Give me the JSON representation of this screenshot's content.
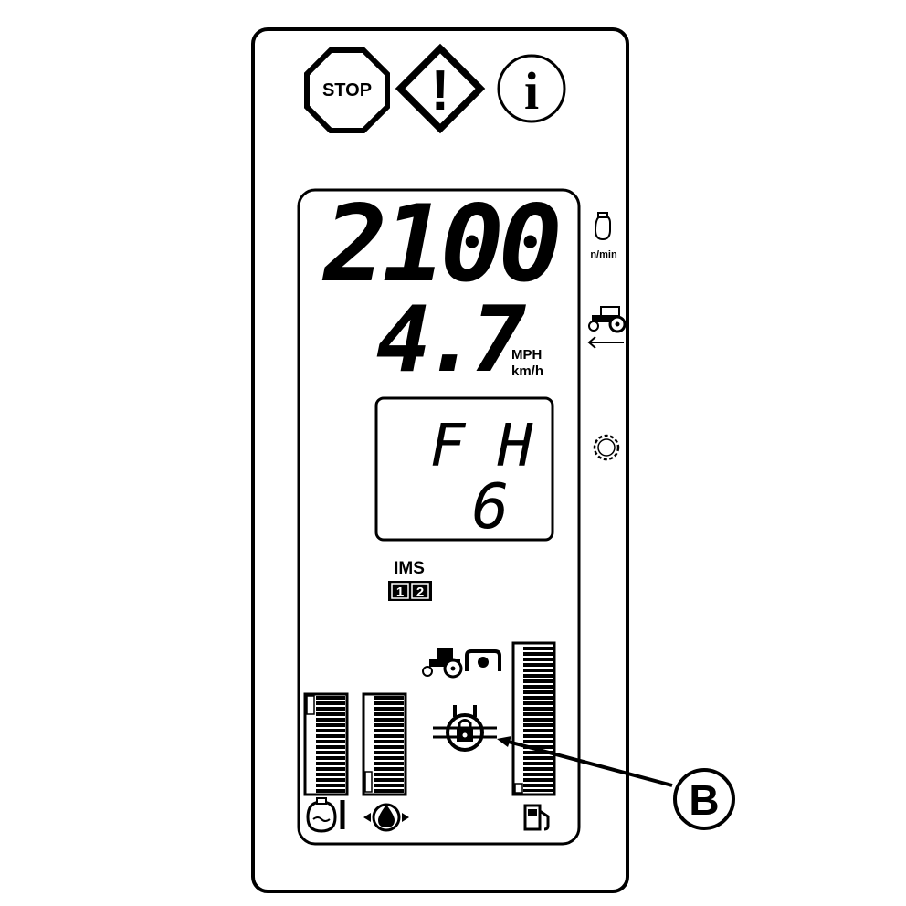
{
  "warning_icons": {
    "stop_label": "STOP",
    "caution_symbol": "!",
    "info_symbol": "i"
  },
  "display": {
    "engine_speed": "2100",
    "ground_speed": "4.7",
    "speed_unit_top": "MPH",
    "speed_unit_bottom": "km/h",
    "transmission_direction": "F",
    "transmission_range": "H",
    "gear": "6",
    "ims_label": "IMS",
    "ims_modes": [
      "1",
      "2"
    ]
  },
  "side_icons": {
    "engine_speed_unit": "n/min"
  },
  "callout": {
    "label": "B"
  },
  "colors": {
    "ink": "#000000",
    "paper": "#ffffff"
  }
}
